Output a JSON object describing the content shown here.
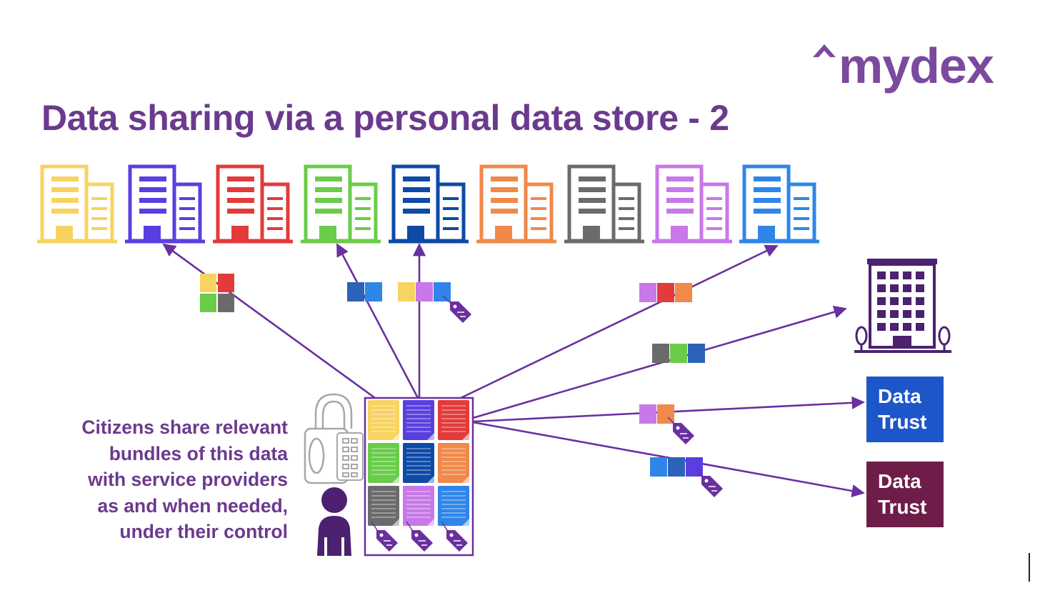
{
  "logo": {
    "text": "mydex",
    "color": "#7b4a9e",
    "icon": "house-roof-icon"
  },
  "title": "Data sharing via a personal data store - 2",
  "caption": {
    "lines": [
      "Citizens share relevant",
      "bundles of this data",
      "with service providers",
      "as and when needed,",
      "under their control"
    ]
  },
  "service_providers": {
    "icon": "office-building-icon",
    "colors": [
      "#f7d360",
      "#5a3fe0",
      "#e33b3b",
      "#6acc4a",
      "#0e4aa6",
      "#f0894a",
      "#6b6b6b",
      "#c878e8",
      "#2f86e8"
    ]
  },
  "organisation": {
    "icon": "apartment-building-icon",
    "color": "#4b2170"
  },
  "data_trusts": [
    {
      "line1": "Data",
      "line2": "Trust",
      "color": "#1d56c9"
    },
    {
      "line1": "Data",
      "line2": "Trust",
      "color": "#6e1d49"
    }
  ],
  "personal_store": {
    "icons": [
      "padlock-icon",
      "keypad-icon",
      "person-icon",
      "document-icon",
      "tag-icon"
    ],
    "document_colors": [
      "#f7d360",
      "#5a3fe0",
      "#e33b3b",
      "#6acc4a",
      "#0e4aa6",
      "#f0894a",
      "#6b6b6b",
      "#c878e8",
      "#2f86e8"
    ]
  },
  "colors": {
    "purple": "#6b3a8e",
    "arrow": "#6a2fa0"
  }
}
